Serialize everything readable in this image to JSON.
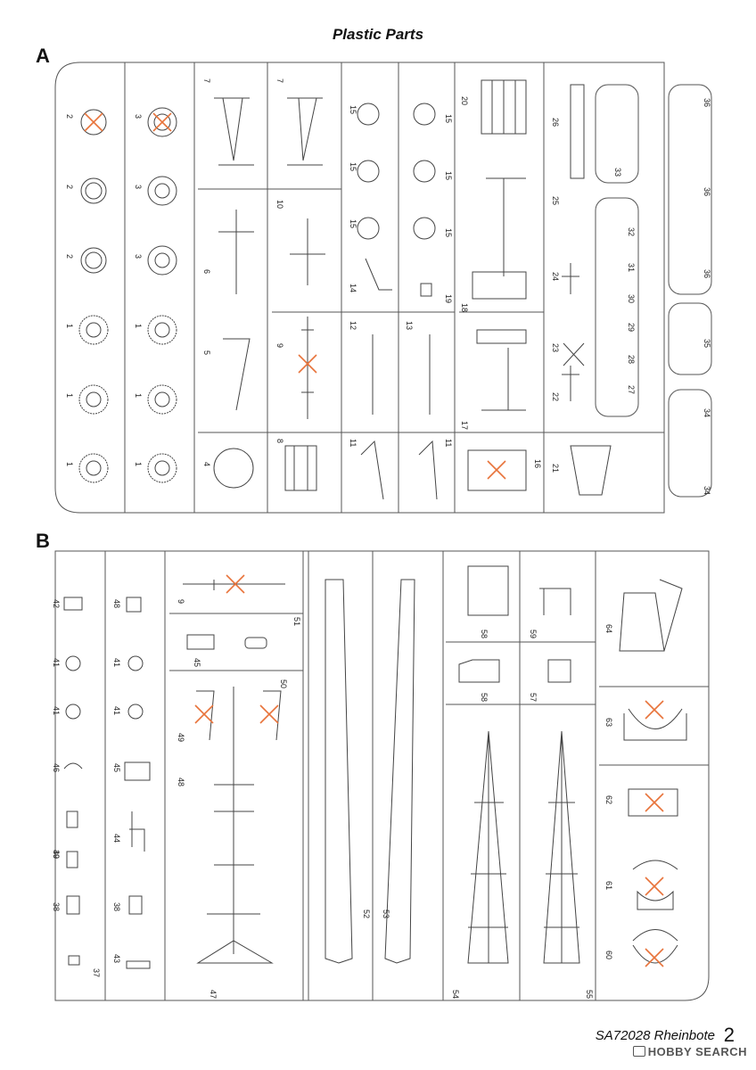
{
  "header": {
    "title": "Plastic Parts"
  },
  "sprues": [
    {
      "letter": "A",
      "part_numbers": [
        "2",
        "3",
        "7",
        "7",
        "15",
        "15",
        "20",
        "26",
        "33",
        "36",
        "36",
        "36",
        "2",
        "3",
        "15",
        "15",
        "10",
        "25",
        "32",
        "2",
        "3",
        "6",
        "15",
        "15",
        "24",
        "31",
        "30",
        "29",
        "1",
        "1",
        "14",
        "19",
        "18",
        "35",
        "5",
        "9",
        "12",
        "13",
        "23",
        "28",
        "27",
        "1",
        "1",
        "17",
        "22",
        "34",
        "34",
        "1",
        "1",
        "4",
        "8",
        "11",
        "11",
        "16",
        "21"
      ]
    },
    {
      "letter": "B",
      "part_numbers": [
        "42",
        "48",
        "9",
        "51",
        "45",
        "58",
        "59",
        "64",
        "41",
        "41",
        "41",
        "41",
        "58",
        "57",
        "63",
        "46",
        "45",
        "49",
        "50",
        "48",
        "62",
        "40",
        "44",
        "39",
        "38",
        "38",
        "61",
        "60",
        "52",
        "53",
        "37",
        "43",
        "47",
        "54",
        "55"
      ]
    }
  ],
  "footer": {
    "kit_label": "SA72028 Rheinbote",
    "page_number": "2",
    "watermark": "HOBBY SEARCH"
  },
  "colors": {
    "line": "#555555",
    "cross": "#e8743b"
  }
}
